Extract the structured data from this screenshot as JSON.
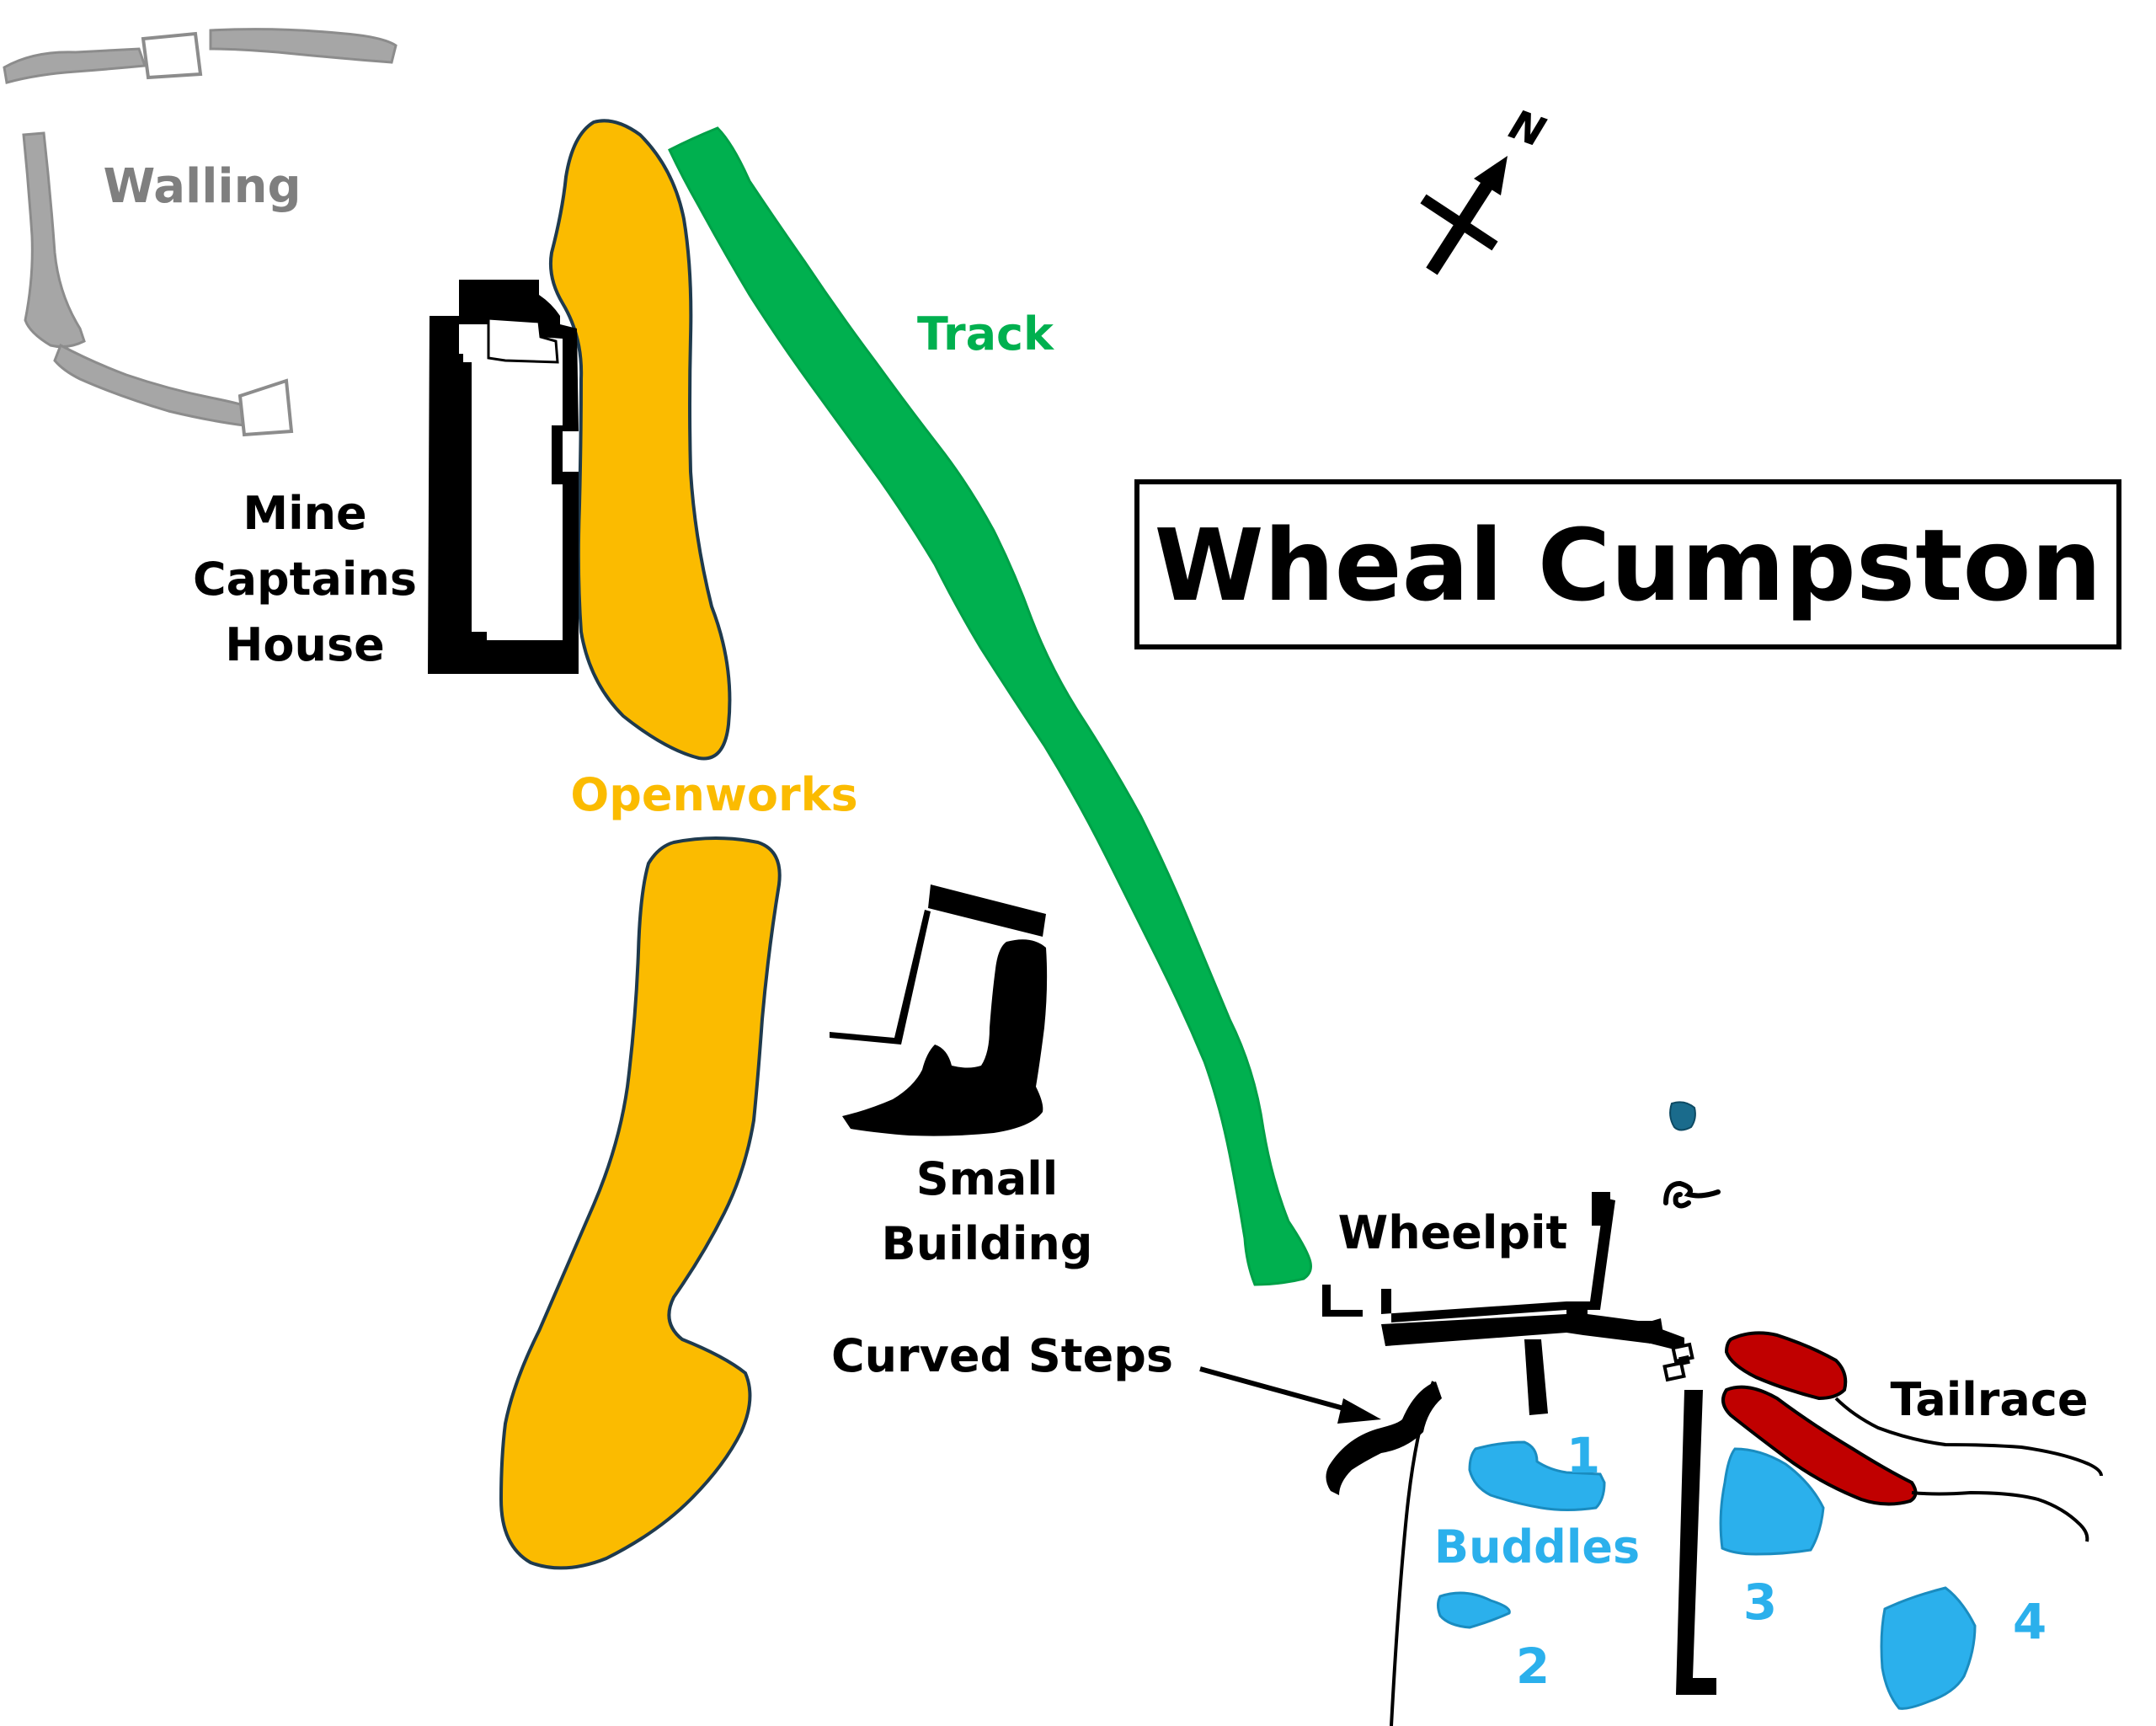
{
  "map": {
    "title": "Wheal Cumpston",
    "north_label": "N",
    "labels": {
      "walling": "Walling",
      "track": "Track",
      "mine_captains_house": [
        "Mine",
        "Captains",
        "House"
      ],
      "openworks": "Openworks",
      "small_building": [
        "Small",
        "Building"
      ],
      "wheelpit": "Wheelpit",
      "curved_steps": "Curved Steps",
      "tailrace": "Tailrace",
      "buddles": "Buddles",
      "buddle_numbers": [
        "1",
        "2",
        "3",
        "4"
      ]
    },
    "icons": {
      "north_arrow": "north-arrow-icon",
      "pointer_arrow": "arrow-icon"
    },
    "colors": {
      "openworks": "#fbbb00",
      "openworks_outline": "#1f3a4d",
      "track": "#00b04f",
      "walling": "#a6a6a6",
      "walling_label": "#7f7f7f",
      "structures": "#000000",
      "buddles": "#2bb0ec",
      "buddle_dark": "#1a6b8c",
      "tailrace": "#c00000",
      "background": "#ffffff"
    }
  }
}
